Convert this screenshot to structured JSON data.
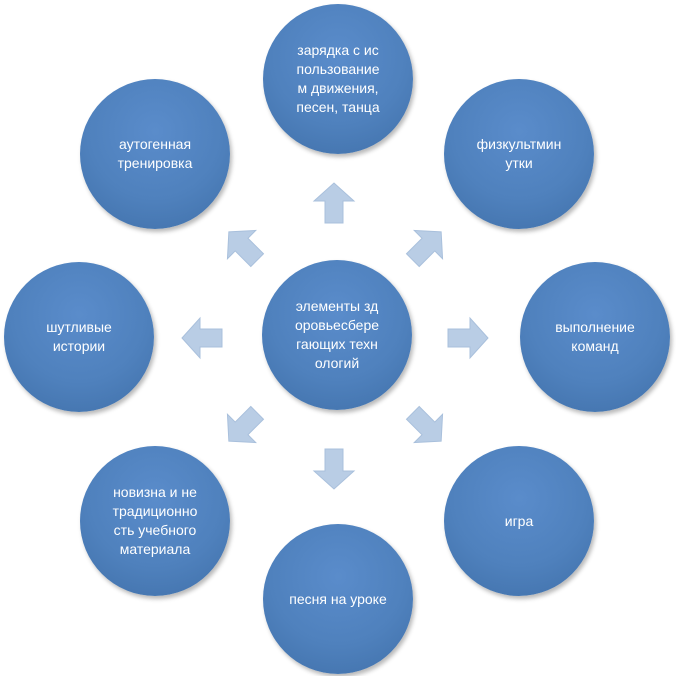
{
  "center": {
    "label": "элементы здоровьесберегающих технологий"
  },
  "nodes": [
    {
      "id": "exercise",
      "label": "зарядка с использованием движения, песен, танца"
    },
    {
      "id": "physminute",
      "label": "физкультминутки"
    },
    {
      "id": "commands",
      "label": "выполнение команд"
    },
    {
      "id": "game",
      "label": "игра"
    },
    {
      "id": "song",
      "label": "песня на уроке"
    },
    {
      "id": "novelty",
      "label": "новизна и нетрадиционность учебного материала"
    },
    {
      "id": "stories",
      "label": "шутливые истории"
    },
    {
      "id": "autogenic",
      "label": "аутогенная тренировка"
    }
  ],
  "colors": {
    "node_fill": "#4f81bd",
    "arrow_fill": "#b9cde5",
    "text": "#ffffff"
  }
}
